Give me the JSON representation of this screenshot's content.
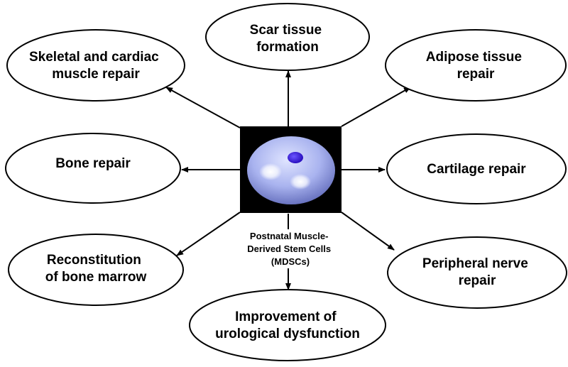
{
  "center": {
    "caption": [
      "Postnatal Muscle-",
      "Derived Stem Cells",
      "(MDSCs)"
    ]
  },
  "outcomes": [
    {
      "id": "scar",
      "lines": [
        "Scar tissue",
        "formation"
      ]
    },
    {
      "id": "skeletal-cardiac",
      "lines": [
        "Skeletal and cardiac",
        "muscle repair"
      ]
    },
    {
      "id": "adipose",
      "lines": [
        "Adipose tissue",
        "repair"
      ]
    },
    {
      "id": "bone",
      "lines": [
        "Bone repair"
      ]
    },
    {
      "id": "cartilage",
      "lines": [
        "Cartilage repair"
      ]
    },
    {
      "id": "bone-marrow",
      "lines": [
        "Reconstitution",
        "of bone marrow"
      ]
    },
    {
      "id": "peripheral-nerve",
      "lines": [
        "Peripheral nerve",
        "repair"
      ]
    },
    {
      "id": "urological",
      "lines": [
        "Improvement of",
        "urological dysfunction"
      ]
    }
  ],
  "colors": {
    "cell_body": "#aab4f0",
    "nucleus": "#3a1fd6",
    "panel": "#000000"
  }
}
